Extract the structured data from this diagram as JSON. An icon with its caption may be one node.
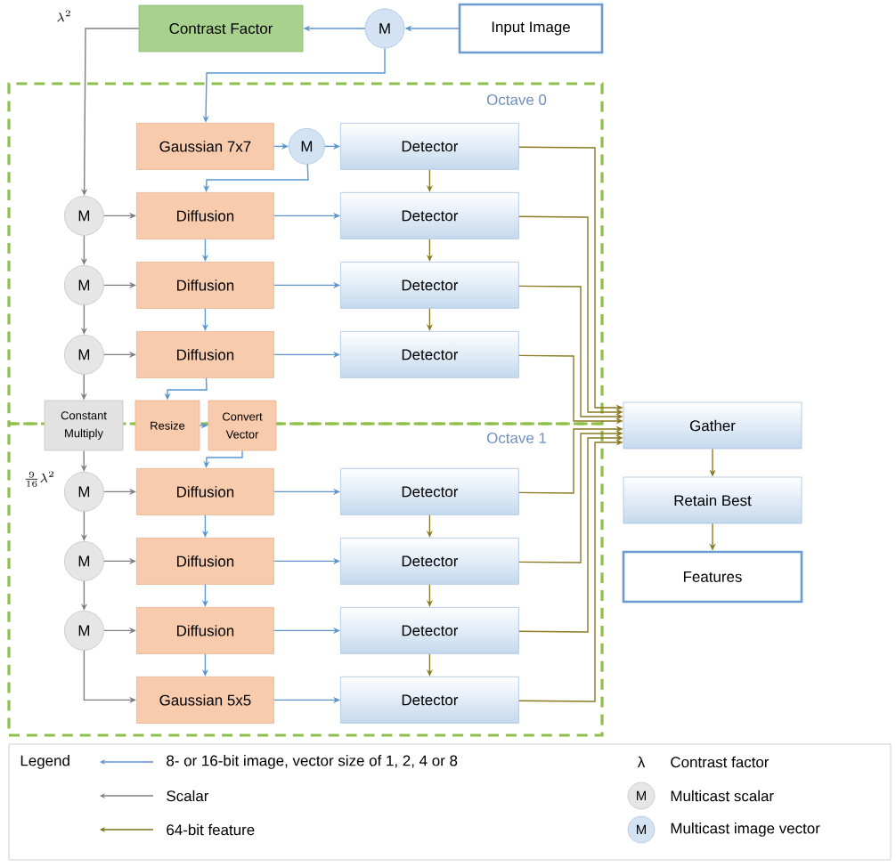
{
  "diagram": {
    "nodes": [
      {
        "text": [
          "Input Image"
        ]
      },
      {
        "text": [
          "Contrast Factor"
        ]
      },
      {
        "text": [
          "M"
        ]
      },
      {
        "text": [
          "Octave 0"
        ]
      },
      {
        "text": [
          "Gaussian 7x7"
        ],
        "in": 3
      },
      {
        "text": [
          "M"
        ],
        "in": 3
      },
      {
        "text": [
          "Detector"
        ],
        "in": 3
      },
      {
        "text": [
          "M"
        ],
        "in": 3
      },
      {
        "text": [
          "Diffusion"
        ],
        "in": 3
      },
      {
        "text": [
          "Detector"
        ],
        "in": 3
      },
      {
        "text": [
          "M"
        ],
        "in": 3
      },
      {
        "text": [
          "Diffusion"
        ],
        "in": 3
      },
      {
        "text": [
          "Detector"
        ],
        "in": 3
      },
      {
        "text": [
          "M"
        ],
        "in": 3
      },
      {
        "text": [
          "Diffusion"
        ],
        "in": 3
      },
      {
        "text": [
          "Detector"
        ],
        "in": 3
      },
      {
        "text": [
          "Constant Multiply"
        ]
      },
      {
        "text": [
          "Resize"
        ]
      },
      {
        "text": [
          "Convert Vector"
        ]
      },
      {
        "text": [
          "Octave 1"
        ]
      },
      {
        "text": [
          "M"
        ],
        "in": 19
      },
      {
        "text": [
          "Diffusion"
        ],
        "in": 19
      },
      {
        "text": [
          "Detector"
        ],
        "in": 19
      },
      {
        "text": [
          "M"
        ],
        "in": 19
      },
      {
        "text": [
          "Diffusion"
        ],
        "in": 19
      },
      {
        "text": [
          "Detector"
        ],
        "in": 19
      },
      {
        "text": [
          "M"
        ],
        "in": 19
      },
      {
        "text": [
          "Diffusion"
        ],
        "in": 19
      },
      {
        "text": [
          "Detector"
        ],
        "in": 19
      },
      {
        "text": [
          "Gaussian 5x5"
        ],
        "in": 19
      },
      {
        "text": [
          "Detector"
        ],
        "in": 19
      },
      {
        "text": [
          "Gather"
        ]
      },
      {
        "text": [
          "Retain Best"
        ]
      },
      {
        "text": [
          "Features"
        ]
      }
    ],
    "edges": [
      {
        "from": 0,
        "to": 2,
        "arrow": "to"
      },
      {
        "from": 2,
        "to": 1,
        "arrow": "to"
      },
      {
        "from": 2,
        "to": 4,
        "arrow": "to"
      },
      {
        "from": 1,
        "to": 7,
        "arrow": "to",
        "color": "#7f7f7f"
      },
      {
        "from": 4,
        "to": 5,
        "arrow": "to"
      },
      {
        "from": 5,
        "to": 6,
        "arrow": "to"
      },
      {
        "from": 5,
        "to": 8,
        "arrow": "to"
      },
      {
        "from": 7,
        "to": 8,
        "arrow": "to",
        "color": "#7f7f7f"
      },
      {
        "from": 7,
        "to": 10,
        "arrow": "to",
        "color": "#7f7f7f"
      },
      {
        "from": 8,
        "to": 9,
        "arrow": "to"
      },
      {
        "from": 8,
        "to": 11,
        "arrow": "to"
      },
      {
        "from": 10,
        "to": 11,
        "arrow": "to",
        "color": "#7f7f7f"
      },
      {
        "from": 10,
        "to": 13,
        "arrow": "to",
        "color": "#7f7f7f"
      },
      {
        "from": 11,
        "to": 12,
        "arrow": "to"
      },
      {
        "from": 11,
        "to": 14,
        "arrow": "to"
      },
      {
        "from": 13,
        "to": 14,
        "arrow": "to",
        "color": "#7f7f7f"
      },
      {
        "from": 13,
        "to": 16,
        "arrow": "to",
        "color": "#7f7f7f"
      },
      {
        "from": 14,
        "to": 15,
        "arrow": "to"
      },
      {
        "from": 14,
        "to": 17,
        "arrow": "to"
      },
      {
        "from": 17,
        "to": 18,
        "arrow": "to"
      },
      {
        "from": 18,
        "to": 21,
        "arrow": "to"
      },
      {
        "from": 16,
        "to": 20,
        "arrow": "to",
        "color": "#7f7f7f"
      },
      {
        "from": 20,
        "to": 21,
        "arrow": "to",
        "color": "#7f7f7f"
      },
      {
        "from": 20,
        "to": 23,
        "arrow": "to",
        "color": "#7f7f7f"
      },
      {
        "from": 21,
        "to": 22,
        "arrow": "to"
      },
      {
        "from": 21,
        "to": 24,
        "arrow": "to"
      },
      {
        "from": 23,
        "to": 24,
        "arrow": "to",
        "color": "#7f7f7f"
      },
      {
        "from": 23,
        "to": 26,
        "arrow": "to",
        "color": "#7f7f7f"
      },
      {
        "from": 24,
        "to": 25,
        "arrow": "to"
      },
      {
        "from": 24,
        "to": 27,
        "arrow": "to"
      },
      {
        "from": 26,
        "to": 27,
        "arrow": "to",
        "color": "#7f7f7f"
      },
      {
        "from": 26,
        "to": 29,
        "arrow": "to",
        "color": "#7f7f7f"
      },
      {
        "from": 27,
        "to": 28,
        "arrow": "to"
      },
      {
        "from": 27,
        "to": 29,
        "arrow": "to"
      },
      {
        "from": 29,
        "to": 30,
        "arrow": "to"
      },
      {
        "from": 6,
        "to": 9,
        "arrow": "to",
        "color": "#8a7a22"
      },
      {
        "from": 9,
        "to": 12,
        "arrow": "to",
        "color": "#8a7a22"
      },
      {
        "from": 12,
        "to": 15,
        "arrow": "to",
        "color": "#8a7a22"
      },
      {
        "from": 22,
        "to": 25,
        "arrow": "to",
        "color": "#8a7a22"
      },
      {
        "from": 25,
        "to": 28,
        "arrow": "to",
        "color": "#8a7a22"
      },
      {
        "from": 28,
        "to": 30,
        "arrow": "to",
        "color": "#8a7a22"
      },
      {
        "from": 6,
        "to": 31,
        "arrow": "to",
        "color": "#8a7a22"
      },
      {
        "from": 9,
        "to": 31,
        "arrow": "to",
        "color": "#8a7a22"
      },
      {
        "from": 12,
        "to": 31,
        "arrow": "to",
        "color": "#8a7a22"
      },
      {
        "from": 15,
        "to": 31,
        "arrow": "to",
        "color": "#8a7a22"
      },
      {
        "from": 22,
        "to": 31,
        "arrow": "to",
        "color": "#8a7a22"
      },
      {
        "from": 25,
        "to": 31,
        "arrow": "to",
        "color": "#8a7a22"
      },
      {
        "from": 28,
        "to": 31,
        "arrow": "to",
        "color": "#8a7a22"
      },
      {
        "from": 30,
        "to": 31,
        "arrow": "to",
        "color": "#8a7a22"
      },
      {
        "from": 31,
        "to": 32,
        "arrow": "to",
        "color": "#8a7a22"
      },
      {
        "from": 32,
        "to": 33,
        "arrow": "to",
        "color": "#8a7a22"
      }
    ],
    "labels": [
      "\\lambda^{2}",
      "\\frac{9}{16}\\lambda^{2}",
      "Legend",
      "λ",
      "M",
      "M"
    ],
    "legend": [
      {
        "text": "8- or 16-bit image, vector size of 1, 2, 4 or 8"
      },
      {
        "text": "Scalar"
      },
      {
        "text": "64-bit feature"
      },
      {
        "text": "Contrast factor"
      },
      {
        "text": "Multicast scalar"
      },
      {
        "text": "Multicast image vector"
      }
    ]
  }
}
